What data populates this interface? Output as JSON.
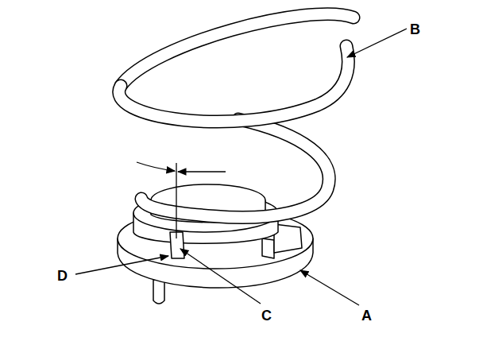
{
  "diagram": {
    "labels": [
      "B",
      "D",
      "C",
      "A"
    ]
  }
}
